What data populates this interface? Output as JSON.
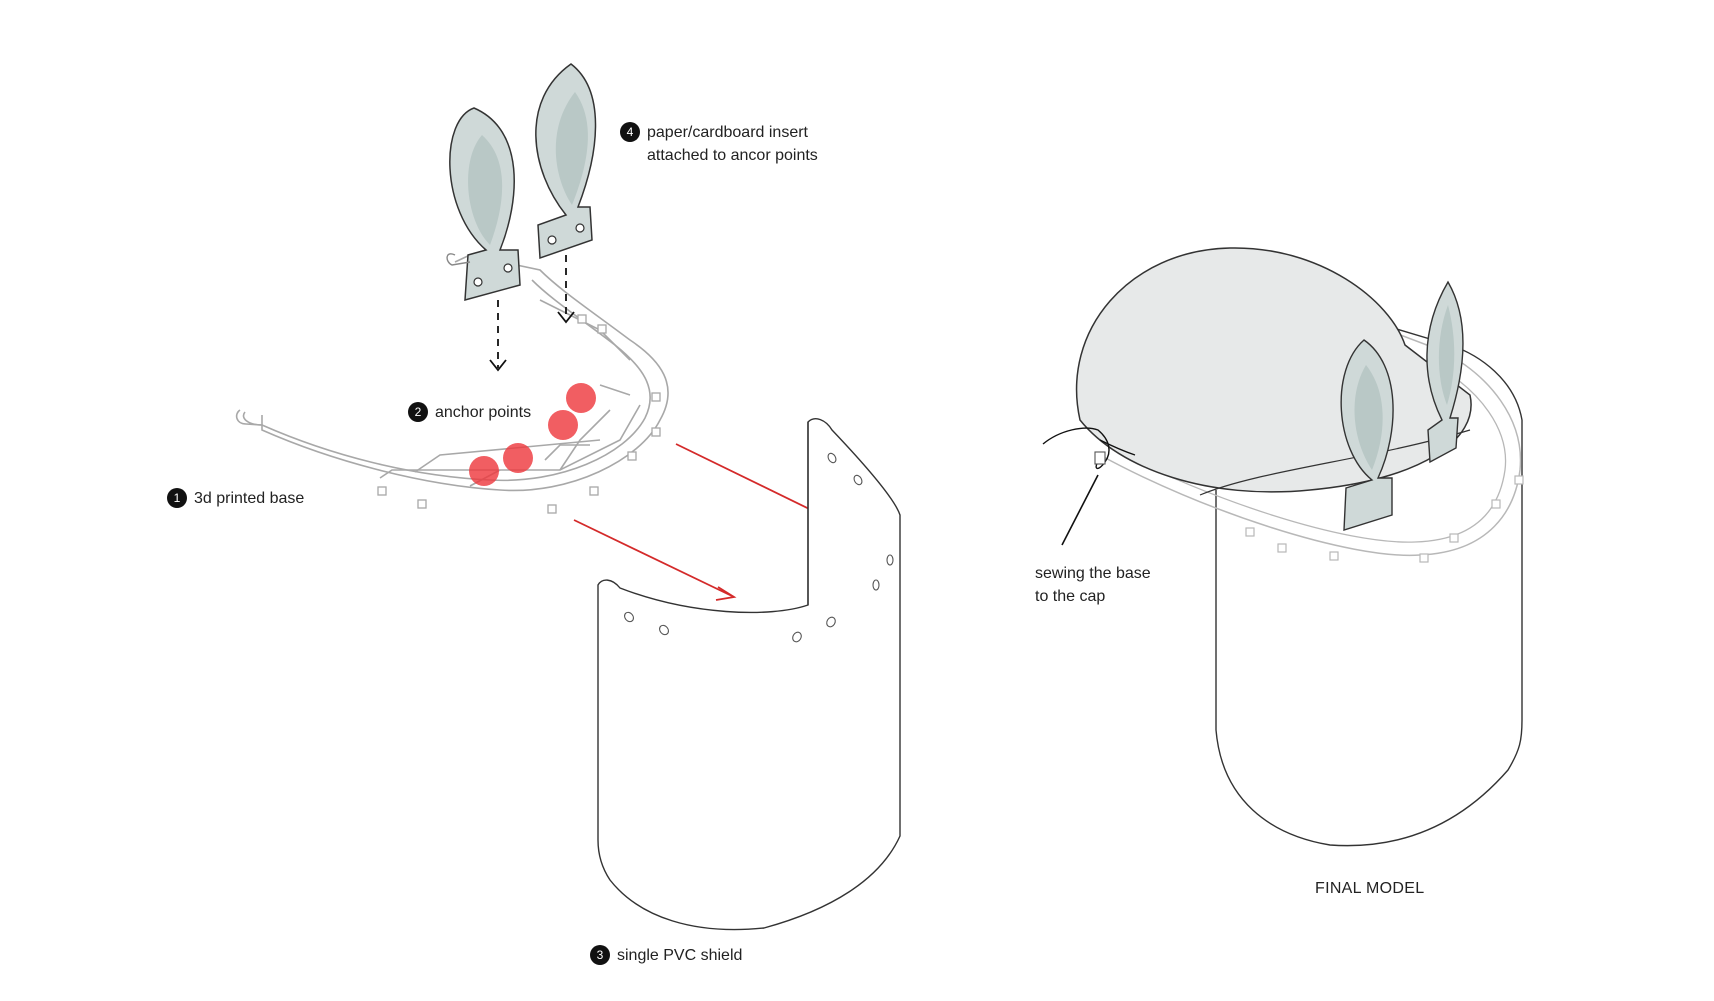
{
  "steps": [
    {
      "num": "1",
      "text": "3d printed base"
    },
    {
      "num": "2",
      "text": "anchor points"
    },
    {
      "num": "3",
      "text": "single PVC shield"
    },
    {
      "num": "4",
      "line1": "paper/cardboard insert",
      "line2": "attached to ancor points"
    }
  ],
  "sewing_note": {
    "line1": "sewing the base",
    "line2": "to the cap"
  },
  "final_caption": "FINAL MODEL",
  "colors": {
    "outline": "#2a2a2a",
    "base_outline": "#bfbfbf",
    "insert_fill": "#cfd9d8",
    "insert_inner": "#b9c8c6",
    "anchor_red": "#ee3a3f",
    "arrow_red": "#d42a2a",
    "cap_fill": "#e7e9e9"
  }
}
